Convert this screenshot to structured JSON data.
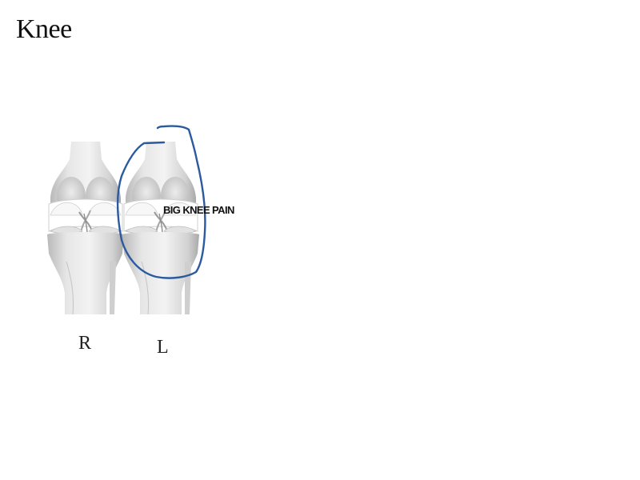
{
  "page": {
    "title": "Knee"
  },
  "diagram": {
    "right_knee_label": "R",
    "left_knee_label": "L",
    "annotation_text": "BIG KNEE PAIN",
    "annotation_stroke_color": "#2b5aa0",
    "bone_color": "#d8d8d8",
    "cartilage_color": "#ffffff"
  }
}
